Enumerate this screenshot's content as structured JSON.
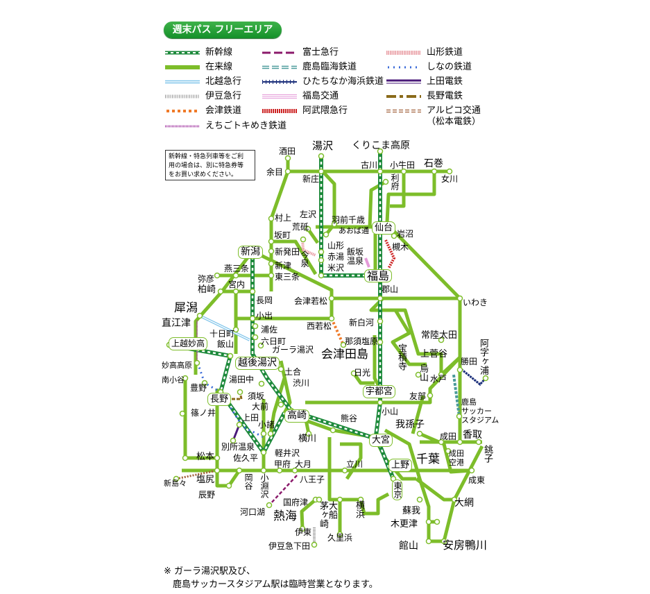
{
  "title_badge": "週末パス フリーエリア",
  "legend": [
    {
      "label": "新幹線"
    },
    {
      "label": "在来線"
    },
    {
      "label": "北越急行"
    },
    {
      "label": "伊豆急行"
    },
    {
      "label": "会津鉄道"
    },
    {
      "label": "えちごトキめき鉄道"
    },
    {
      "label": "富士急行"
    },
    {
      "label": "鹿島臨海鉄道"
    },
    {
      "label": "ひたちなか海浜鉄道"
    },
    {
      "label": "福島交通"
    },
    {
      "label": "阿武隈急行"
    },
    {
      "label": "山形鉄道"
    },
    {
      "label": "しなの鉄道"
    },
    {
      "label": "上田電鉄"
    },
    {
      "label": "長野電鉄"
    },
    {
      "label": "アルピコ交通\n（松本電鉄）"
    }
  ],
  "notice": "新幹線・特急列車等をご利\n用の場合は、別に特急券等\nをお買い求めください。",
  "stations": [
    "酒田",
    "湯沢",
    "くりこま高原",
    "余目",
    "古川",
    "小牛田",
    "石巻",
    "女川",
    "新庄",
    "利府",
    "村上",
    "左沢",
    "荒砥",
    "羽前千歳",
    "仙台",
    "あおば通",
    "岩沼",
    "坂町",
    "新潟",
    "新発田",
    "山形",
    "赤湯",
    "米沢",
    "今泉",
    "飯坂\n温泉",
    "槻木",
    "新津",
    "東三条",
    "燕三条",
    "弥彦",
    "福島",
    "宮内",
    "柏崎",
    "郡山",
    "会津若松",
    "いわき",
    "長岡",
    "犀潟",
    "小出",
    "直江津",
    "新白河",
    "西若松",
    "浦佐",
    "那須塩原",
    "十日町",
    "常陸太田",
    "六日町",
    "阿字ヶ浦",
    "ガーラ湯沢",
    "上越妙高",
    "飯山",
    "会津田島",
    "宝積寺",
    "上菅谷",
    "勝田",
    "越後湯沢",
    "妙高高原",
    "烏山",
    "水戸",
    "日光",
    "南小谷",
    "土合",
    "湯田中",
    "渋川",
    "豊野",
    "宇都宮",
    "須坂",
    "長野",
    "友部",
    "大前",
    "鹿島\nサッカー\nスタジアム",
    "小山",
    "篠ノ井",
    "高崎",
    "熊谷",
    "上田",
    "小諸",
    "我孫子",
    "横川",
    "大宮",
    "成田",
    "香取",
    "別所温泉",
    "軽井沢",
    "佐久平",
    "銚子",
    "松本",
    "成田\n空港",
    "千葉",
    "上野",
    "甲府",
    "大月",
    "立川",
    "新島々",
    "塩尻",
    "岡谷",
    "小淵沢",
    "八王子",
    "成東",
    "東京",
    "辰野",
    "国府津",
    "熱海",
    "茅ヶ崎",
    "大船",
    "横浜",
    "蘇我",
    "大網",
    "河口湖",
    "木更津",
    "伊東",
    "久里浜",
    "伊豆急下田",
    "館山",
    "安房鴨川"
  ],
  "footnote": "※ ガーラ湯沢駅及び、\n　鹿島サッカースタジアム駅は臨時営業となります。",
  "colors": {
    "jr_line": "#7dbd2a",
    "shinkansen": "#1e8a3c",
    "hokuetsu": "#7fc4ea",
    "izukyu": "#999999",
    "aizu": "#f07a28",
    "tokimeki": "#a33aa3",
    "fujikyu": "#8b1a6b",
    "kashima": "#4a9a9a",
    "hitachinaka": "#1a2e7a",
    "fukushima": "#e49ad8",
    "abukuma": "#cc2222",
    "yamagata": "#e89aa0",
    "shinano": "#3a6ad8",
    "ueda": "#4a1a7a",
    "nagano": "#8a6a1a",
    "alpico": "#a0603a",
    "badge": "#1f9a33"
  }
}
